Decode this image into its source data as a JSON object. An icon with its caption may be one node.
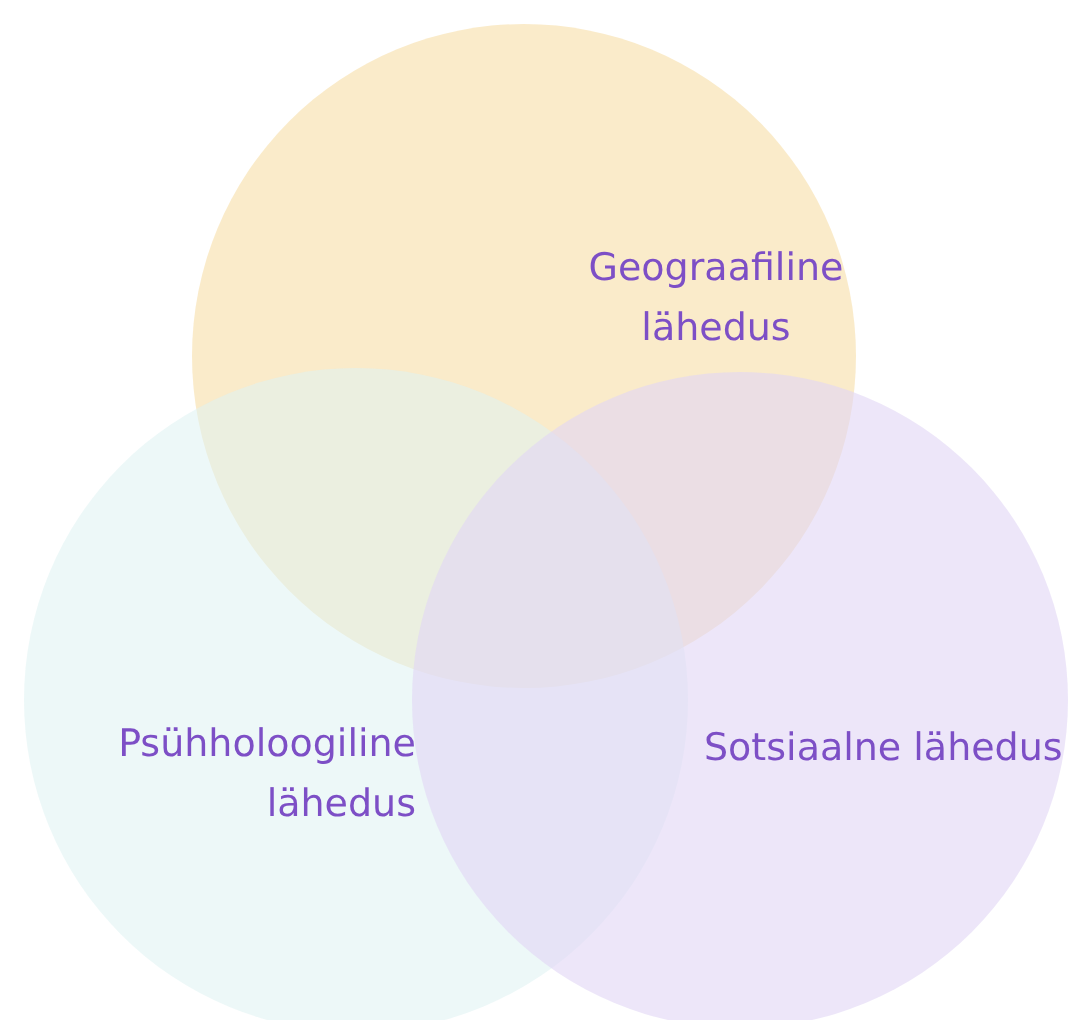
{
  "diagram": {
    "nodes": [
      {
        "text": [
          "Geograafiline lähedus"
        ]
      },
      {
        "text": [
          "Psühholoogiline lähedus"
        ]
      },
      {
        "text": [
          "Sotsiaalne lähedus"
        ]
      }
    ]
  }
}
